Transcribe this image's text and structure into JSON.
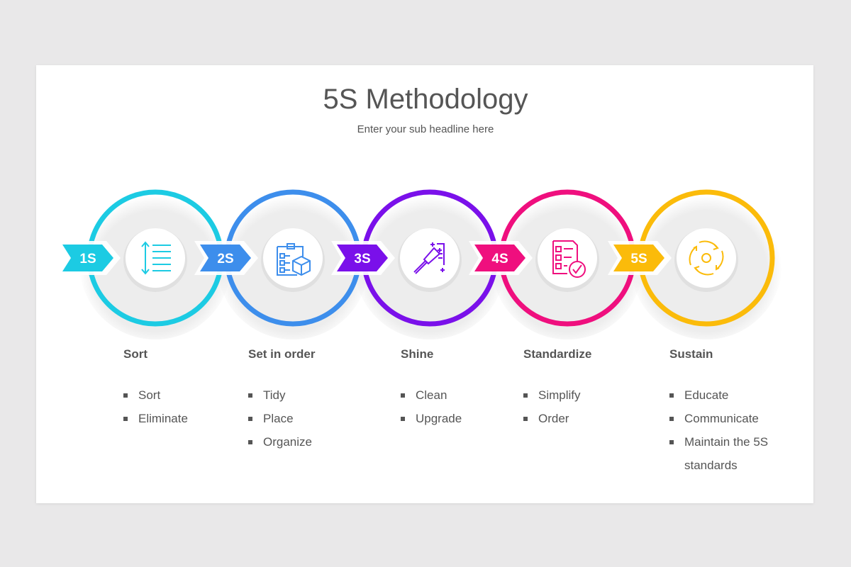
{
  "title": "5S Methodology",
  "subtitle": "Enter your sub headline here",
  "steps": [
    {
      "badge": "1S",
      "title": "Sort",
      "color": "#1ccbe3",
      "icon": "sort-list-icon",
      "bullets": [
        "Sort",
        "Eliminate"
      ]
    },
    {
      "badge": "2S",
      "title": "Set in order",
      "color": "#3d8eec",
      "icon": "clipboard-box-icon",
      "bullets": [
        "Tidy",
        "Place",
        "Organize"
      ]
    },
    {
      "badge": "3S",
      "title": "Shine",
      "color": "#7a10ea",
      "icon": "squeegee-clean-icon",
      "bullets": [
        "Clean",
        "Upgrade"
      ]
    },
    {
      "badge": "4S",
      "title": "Standardize",
      "color": "#ef0f7e",
      "icon": "checklist-approved-icon",
      "bullets": [
        "Simplify",
        "Order"
      ]
    },
    {
      "badge": "5S",
      "title": "Sustain",
      "color": "#fbbb0a",
      "icon": "cycle-gear-icon",
      "bullets": [
        "Educate",
        "Communicate",
        "Maintain the 5S standards"
      ]
    }
  ]
}
